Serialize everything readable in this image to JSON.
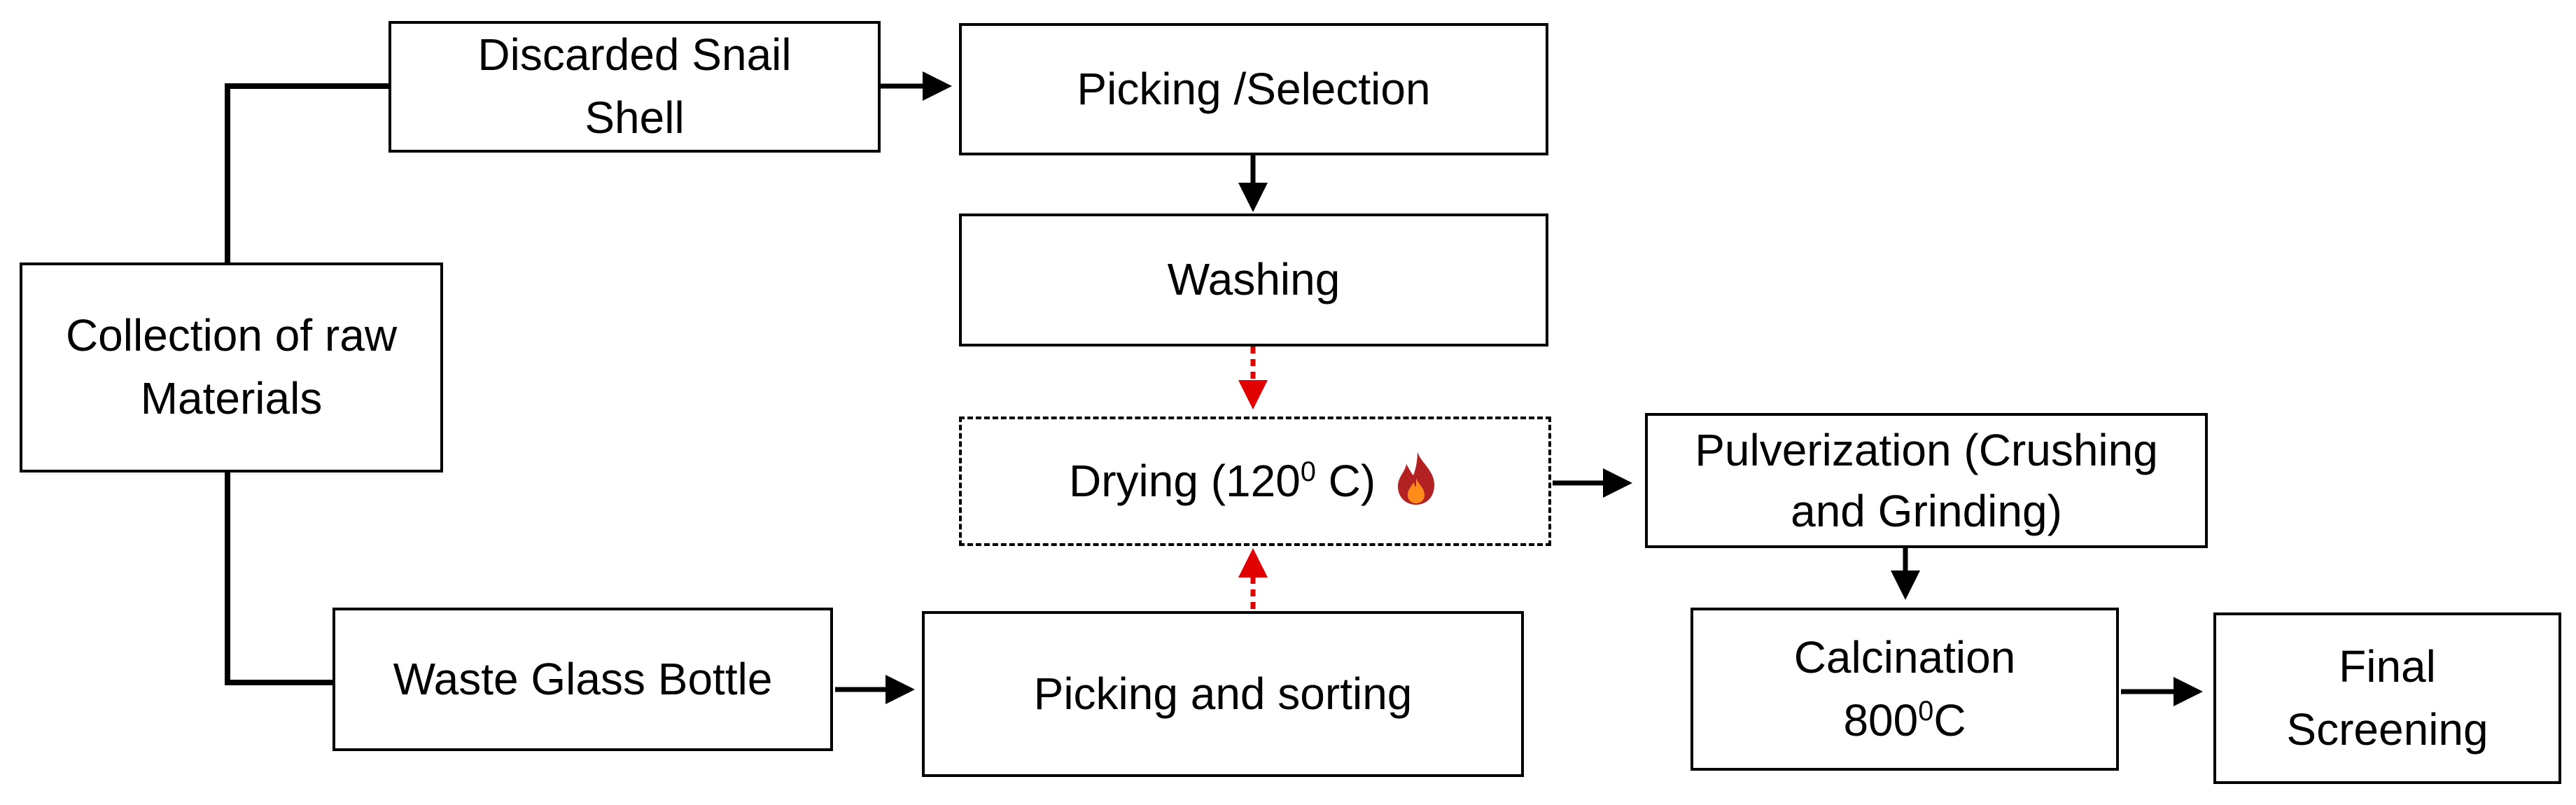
{
  "nodes": {
    "collection": {
      "line1": "Collection of raw",
      "line2": "Materials"
    },
    "snail_shell": {
      "line1": "Discarded Snail",
      "line2": "Shell"
    },
    "glass_bottle": {
      "label": "Waste Glass Bottle"
    },
    "picking_selection": {
      "label": "Picking /Selection"
    },
    "washing": {
      "label": "Washing"
    },
    "drying": {
      "pre": "Drying (120",
      "sup": "0",
      "post": " C)",
      "icon": "flame-icon"
    },
    "picking_sorting": {
      "label": "Picking and sorting"
    },
    "pulverization": {
      "line1": "Pulverization (Crushing",
      "line2": "and Grinding)"
    },
    "calcination": {
      "line1": "Calcination",
      "line2_pre": "800",
      "line2_sup": "0",
      "line2_post": "C"
    },
    "final_screening": {
      "line1": "Final",
      "line2": "Screening"
    }
  },
  "colors": {
    "line": "#000000",
    "dryingArrow": "#e00000",
    "flameOuter": "#b22222",
    "flameInner": "#ff8c1a"
  }
}
